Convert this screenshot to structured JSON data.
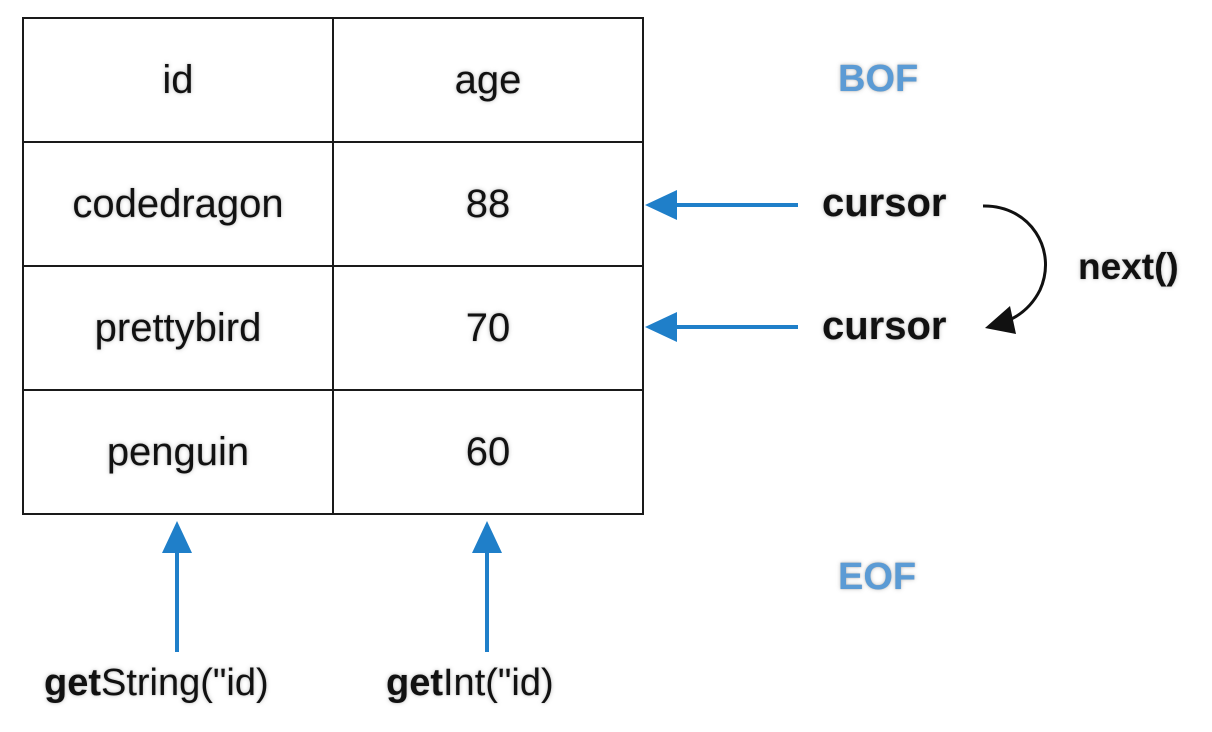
{
  "table": {
    "headers": [
      "id",
      "age"
    ],
    "rows": [
      [
        "codedragon",
        "88"
      ],
      [
        "prettybird",
        "70"
      ],
      [
        "penguin",
        "60"
      ]
    ]
  },
  "markers": {
    "bof": "BOF",
    "eof": "EOF",
    "color": "#5b9bd5"
  },
  "cursors": [
    "cursor",
    "cursor"
  ],
  "next_label": "next()",
  "methods": [
    {
      "bold": "get",
      "rest": "String(\"id)"
    },
    {
      "bold": "get",
      "rest": "Int(\"id)"
    }
  ],
  "arrow_color": "#1f7fc9"
}
